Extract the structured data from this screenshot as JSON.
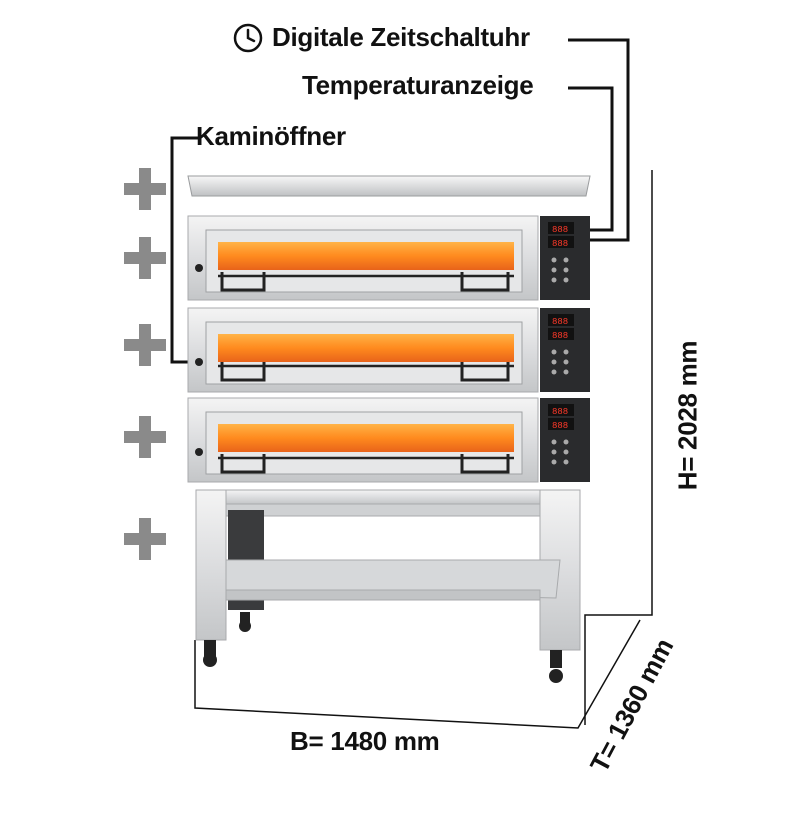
{
  "labels": {
    "timer": "Digitale Zeitschaltuhr",
    "temperature": "Temperaturanzeige",
    "flue": "Kaminöffner"
  },
  "dimensions": {
    "width": "B= 1480 mm",
    "height": "H= 2028 mm",
    "depth": "T= 1360 mm"
  },
  "icons": {
    "timer": "clock-icon",
    "add": "plus-icon"
  },
  "colors": {
    "plus": "#8a8a8a",
    "glow": "#ff8a1e",
    "steel": "#d8dadc"
  }
}
